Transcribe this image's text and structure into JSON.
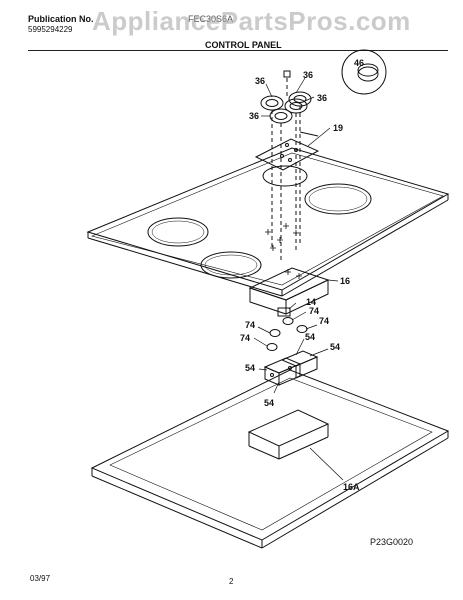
{
  "header": {
    "publication_label": "Publication No.",
    "publication_number": "5995294229",
    "model": "FEC30S6A",
    "watermark": "AppliancePartsPros.com",
    "section_title": "CONTROL PANEL"
  },
  "callouts": [
    "46",
    "36",
    "36",
    "36",
    "36",
    "19",
    "16",
    "14",
    "74",
    "74",
    "74",
    "74",
    "54",
    "54",
    "54",
    "54",
    "16A"
  ],
  "footer": {
    "diagram_code": "P23G0020",
    "date": "03/97",
    "page": "2"
  }
}
